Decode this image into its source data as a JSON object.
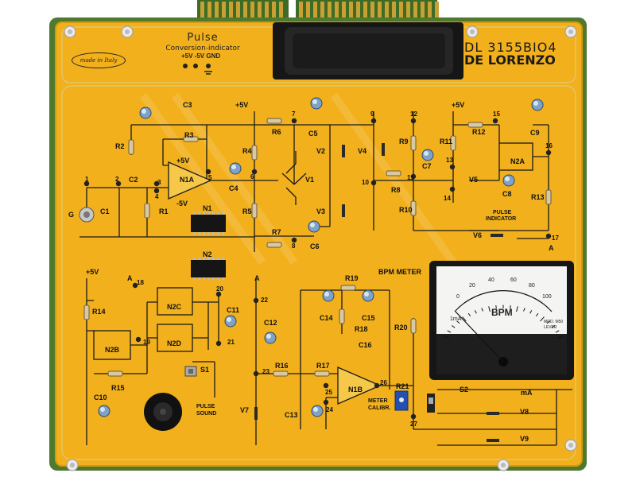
{
  "header": {
    "title": "Pulse",
    "subtitle": "Conversion-indicator",
    "made_in": "made in Italy",
    "model": "DL 3155BIO4",
    "brand": "DE LORENZO",
    "power_labels": "+5V -5V GND"
  },
  "section_labels": {
    "bpm_meter": "BPM METER",
    "pulse_indicator_1": "PULSE",
    "pulse_indicator_2": "INDICATOR",
    "pulse_sound_1": "PULSE",
    "pulse_sound_2": "SOUND",
    "meter_calibr_1": "METER",
    "meter_calibr_2": "CALIBR."
  },
  "components": {
    "c1": "C1",
    "c2": "C2",
    "c3": "C3",
    "c4": "C4",
    "c5": "C5",
    "c6": "C6",
    "c7": "C7",
    "c8": "C8",
    "c9": "C9",
    "c10": "C10",
    "c11": "C11",
    "c12": "C12",
    "c13": "C13",
    "c14": "C14",
    "c15": "C15",
    "c16": "C16",
    "r1": "R1",
    "r2": "R2",
    "r3": "R3",
    "r4": "R4",
    "r5": "R5",
    "r6": "R6",
    "r7": "R7",
    "r8": "R8",
    "r9": "R9",
    "r10": "R10",
    "r11": "R11",
    "r12": "R12",
    "r13": "R13",
    "r14": "R14",
    "r15": "R15",
    "r16": "R16",
    "r17": "R17",
    "r18": "R18",
    "r19": "R19",
    "r20": "R20",
    "r21": "R21",
    "n1": "N1",
    "n1a": "N1A",
    "n1b": "N1B",
    "n2": "N2",
    "n2a": "N2A",
    "n2b": "N2B",
    "n2c": "N2C",
    "n2d": "N2D",
    "v1": "V1",
    "v2": "V2",
    "v3": "V3",
    "v4": "V4",
    "v5": "V5",
    "v6": "V6",
    "v7": "V7",
    "v8": "V8",
    "v9": "V9",
    "s1": "S1",
    "s2": "S2",
    "g": "G",
    "a1": "A",
    "a2": "A",
    "a3": "A",
    "plus5v": "+5V",
    "minus5v": "-5V",
    "ma": "mA"
  },
  "test_points": [
    "1",
    "2",
    "3",
    "4",
    "5",
    "6",
    "7",
    "8",
    "9",
    "10",
    "11",
    "12",
    "13",
    "14",
    "15",
    "16",
    "17",
    "18",
    "19",
    "20",
    "21",
    "22",
    "23",
    "24",
    "25",
    "26",
    "27"
  ],
  "meter": {
    "unit": "BPM",
    "scale": [
      "0",
      "20",
      "40",
      "60",
      "80",
      "100"
    ],
    "spec": "1mA",
    "maker": "MOD. M50",
    "maker2": "LEVER"
  },
  "colors": {
    "board": "#F2B01C",
    "pcb_green": "#4F7A2E",
    "trace": "#1a1a1a"
  }
}
